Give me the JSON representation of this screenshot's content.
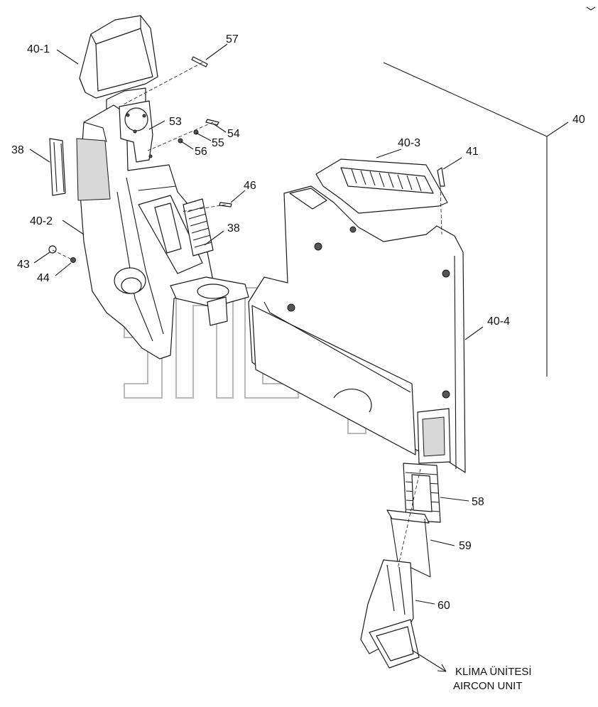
{
  "callouts": {
    "c40_1": "40-1",
    "c57": "57",
    "c40": "40",
    "c53": "53",
    "c54": "54",
    "c55": "55",
    "c56": "56",
    "c38a": "38",
    "c40_3": "40-3",
    "c41": "41",
    "c46": "46",
    "c40_2": "40-2",
    "c38b": "38",
    "c43": "43",
    "c44": "44",
    "c40_4": "40-4",
    "c58": "58",
    "c59": "59",
    "c60": "60"
  },
  "destination": {
    "line1": "KLİMA ÜNİTESİ",
    "line2": "AIRCON UNIT"
  },
  "watermark": {
    "tm": "™"
  }
}
